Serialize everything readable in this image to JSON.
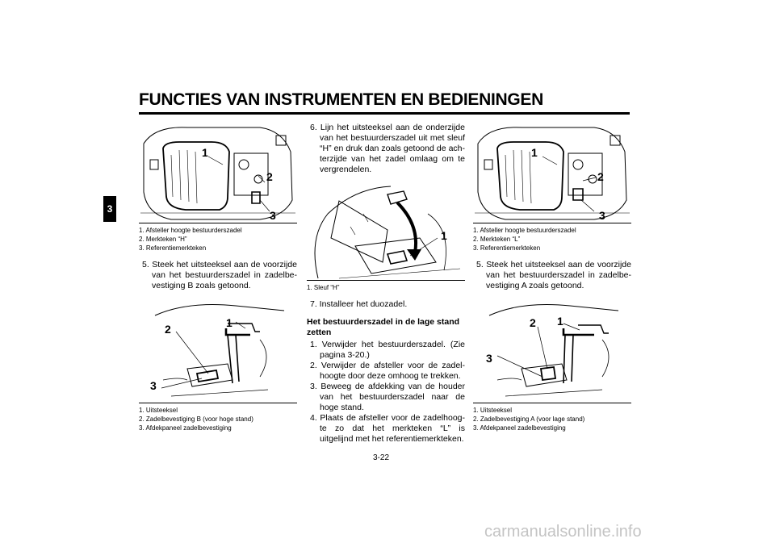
{
  "header": {
    "title": "FUNCTIES VAN INSTRUMENTEN EN BEDIENINGEN"
  },
  "chapter_tab": "3",
  "col1": {
    "fig1": {
      "labels": [
        "1",
        "2",
        "3"
      ],
      "captions": [
        "1. Afsteller hoogte bestuurderszadel",
        "2. Merkteken “H”",
        "3. Referentiemerkteken"
      ]
    },
    "step5": "5. Steek het uitsteeksel aan de voorzijde van het bestuurderszadel in zadelbe­vestiging B zoals getoond.",
    "fig2": {
      "labels": [
        "1",
        "2",
        "3"
      ],
      "captions": [
        "1. Uitsteeksel",
        "2. Zadelbevestiging B (voor hoge stand)",
        "3. Afdekpaneel zadelbevestiging"
      ]
    }
  },
  "col2": {
    "step6": "6. Lijn het uitsteeksel aan de onderzijde van het bestuurderszadel uit met sleuf “H” en druk dan zoals getoond de ach­terzijde van het zadel omlaag om te vergrendelen.",
    "fig": {
      "labels": [
        "1"
      ],
      "captions": [
        "1. Sleuf “H”"
      ]
    },
    "step7": "7. Installeer het duozadel.",
    "heading": "Het bestuurderszadel in de lage stand zetten",
    "steps": [
      "1. Verwijder het bestuurderszadel. (Zie pagina 3-20.)",
      "2. Verwijder de afsteller voor de zadel­hoogte door deze omhoog te trekken.",
      "3. Beweeg de afdekking van de houder van het bestuurderszadel naar de hoge stand.",
      "4. Plaats de afsteller voor de zadelhoog­te zo dat het merkteken “L” is uitgelijnd met het referentiemerkteken."
    ]
  },
  "col3": {
    "fig1": {
      "labels": [
        "1",
        "2",
        "3"
      ],
      "captions": [
        "1. Afsteller hoogte bestuurderszadel",
        "2. Merkteken “L”",
        "3. Referentiemerkteken"
      ]
    },
    "step5": "5. Steek het uitsteeksel aan de voorzijde van het bestuurderszadel in zadelbe­vestiging A zoals getoond.",
    "fig2": {
      "labels": [
        "2",
        "1",
        "3"
      ],
      "captions": [
        "1. Uitsteeksel",
        "2. Zadelbevestiging A (voor lage stand)",
        "3. Afdekpaneel zadelbevestiging"
      ]
    }
  },
  "footer": {
    "page_number": "3-22",
    "watermark": "carmanualsonline.info"
  }
}
